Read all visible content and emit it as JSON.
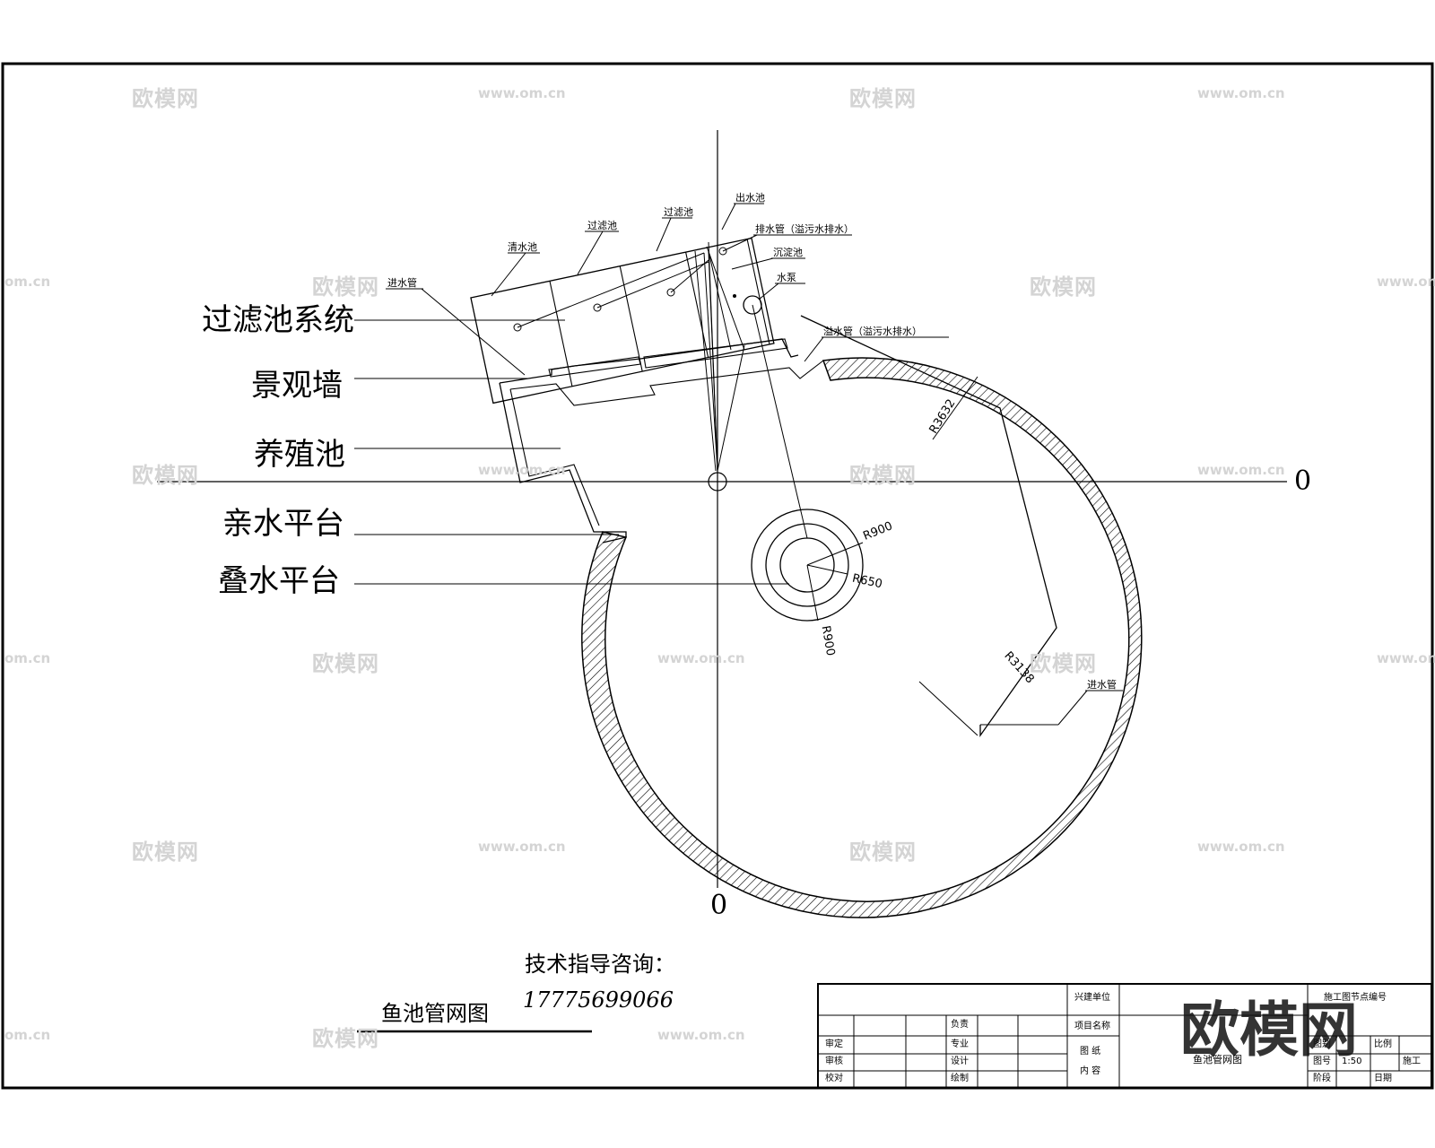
{
  "watermark": {
    "brand": "欧模网",
    "url": "www.om.cn",
    "url_short": "om.cn"
  },
  "labels": {
    "filter_system": "过滤池系统",
    "landscape_wall": "景观墙",
    "breeding_pool": "养殖池",
    "waterside_platform": "亲水平台",
    "cascade_platform": "叠水平台"
  },
  "small_labels": {
    "clear_pool": "清水池",
    "filter_1": "过滤池",
    "filter_2": "过滤池",
    "outlet_pool": "出水池",
    "drain_pipe_top": "排水管（溢污水排水）",
    "settling_pool": "沉淀池",
    "pump": "水泵",
    "inlet_pipe": "进水管",
    "overflow_pipe": "溢水管（溢污水排水）",
    "inlet_pipe_right": "进水管"
  },
  "dimensions": {
    "r_outer_hatch": "R3632",
    "r_fountain_outer": "R900",
    "r_fountain_mid": "R650",
    "r_fountain_low": "R900",
    "r_pool": "R3138"
  },
  "axes": {
    "x_origin": "0",
    "y_origin": "0"
  },
  "consult": {
    "title": "技术指导咨询：",
    "phone": "17775699066"
  },
  "drawing_title": "鱼池管网图",
  "title_block": {
    "owner": "兴建单位",
    "project": "项目名称",
    "content_label_1": "图 纸",
    "content_label_2": "内 容",
    "content_value": "鱼池管网图",
    "design_no": "施工图节点编号",
    "approve": "审定",
    "review": "审核",
    "check": "校对",
    "design": "设计",
    "draw": "绘制",
    "charge": "负责",
    "major": "专业",
    "drawing_no": "图号",
    "stage": "阶段",
    "scale": "比例",
    "date": "日期",
    "chart": "图别",
    "scale_value": "1:50",
    "stage_value": "施工"
  },
  "logo": "欧模网"
}
